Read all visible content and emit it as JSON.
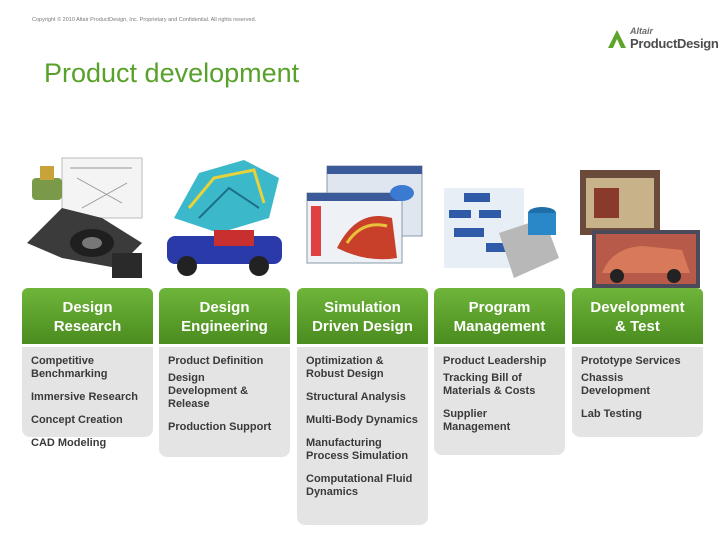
{
  "copyright": "Copyright © 2010 Altair ProductDesign, Inc. Proprietary and Confidential. All rights reserved.",
  "logo": {
    "altair": "Altair",
    "product_design": "ProductDesign"
  },
  "title": "Product development",
  "colors": {
    "accent": "#5ea32a",
    "header_top": "#6fb53a",
    "header_bottom": "#4a8c1f",
    "panel": "#e4e4e4"
  },
  "columns": [
    {
      "header": [
        "Design",
        "Research"
      ],
      "items": [
        "Competitive\nBenchmarking",
        "Immersive Research",
        "Concept Creation",
        "CAD Modeling"
      ]
    },
    {
      "header": [
        "Design",
        "Engineering"
      ],
      "items": [
        "Product Definition",
        "Design\nDevelopment &\nRelease",
        "Production Support"
      ]
    },
    {
      "header": [
        "Simulation",
        "Driven Design"
      ],
      "items": [
        "Optimization &\nRobust Design",
        "Structural Analysis",
        "Multi-Body Dynamics",
        "Manufacturing\nProcess Simulation",
        "Computational Fluid\nDynamics"
      ]
    },
    {
      "header": [
        "Program",
        "Management"
      ],
      "items": [
        "Product Leadership",
        "Tracking Bill of\nMaterials & Costs",
        "Supplier\nManagement"
      ]
    },
    {
      "header": [
        "Development",
        "& Test"
      ],
      "items": [
        "Prototype Services",
        "Chassis\nDevelopment",
        "Lab Testing"
      ]
    }
  ]
}
